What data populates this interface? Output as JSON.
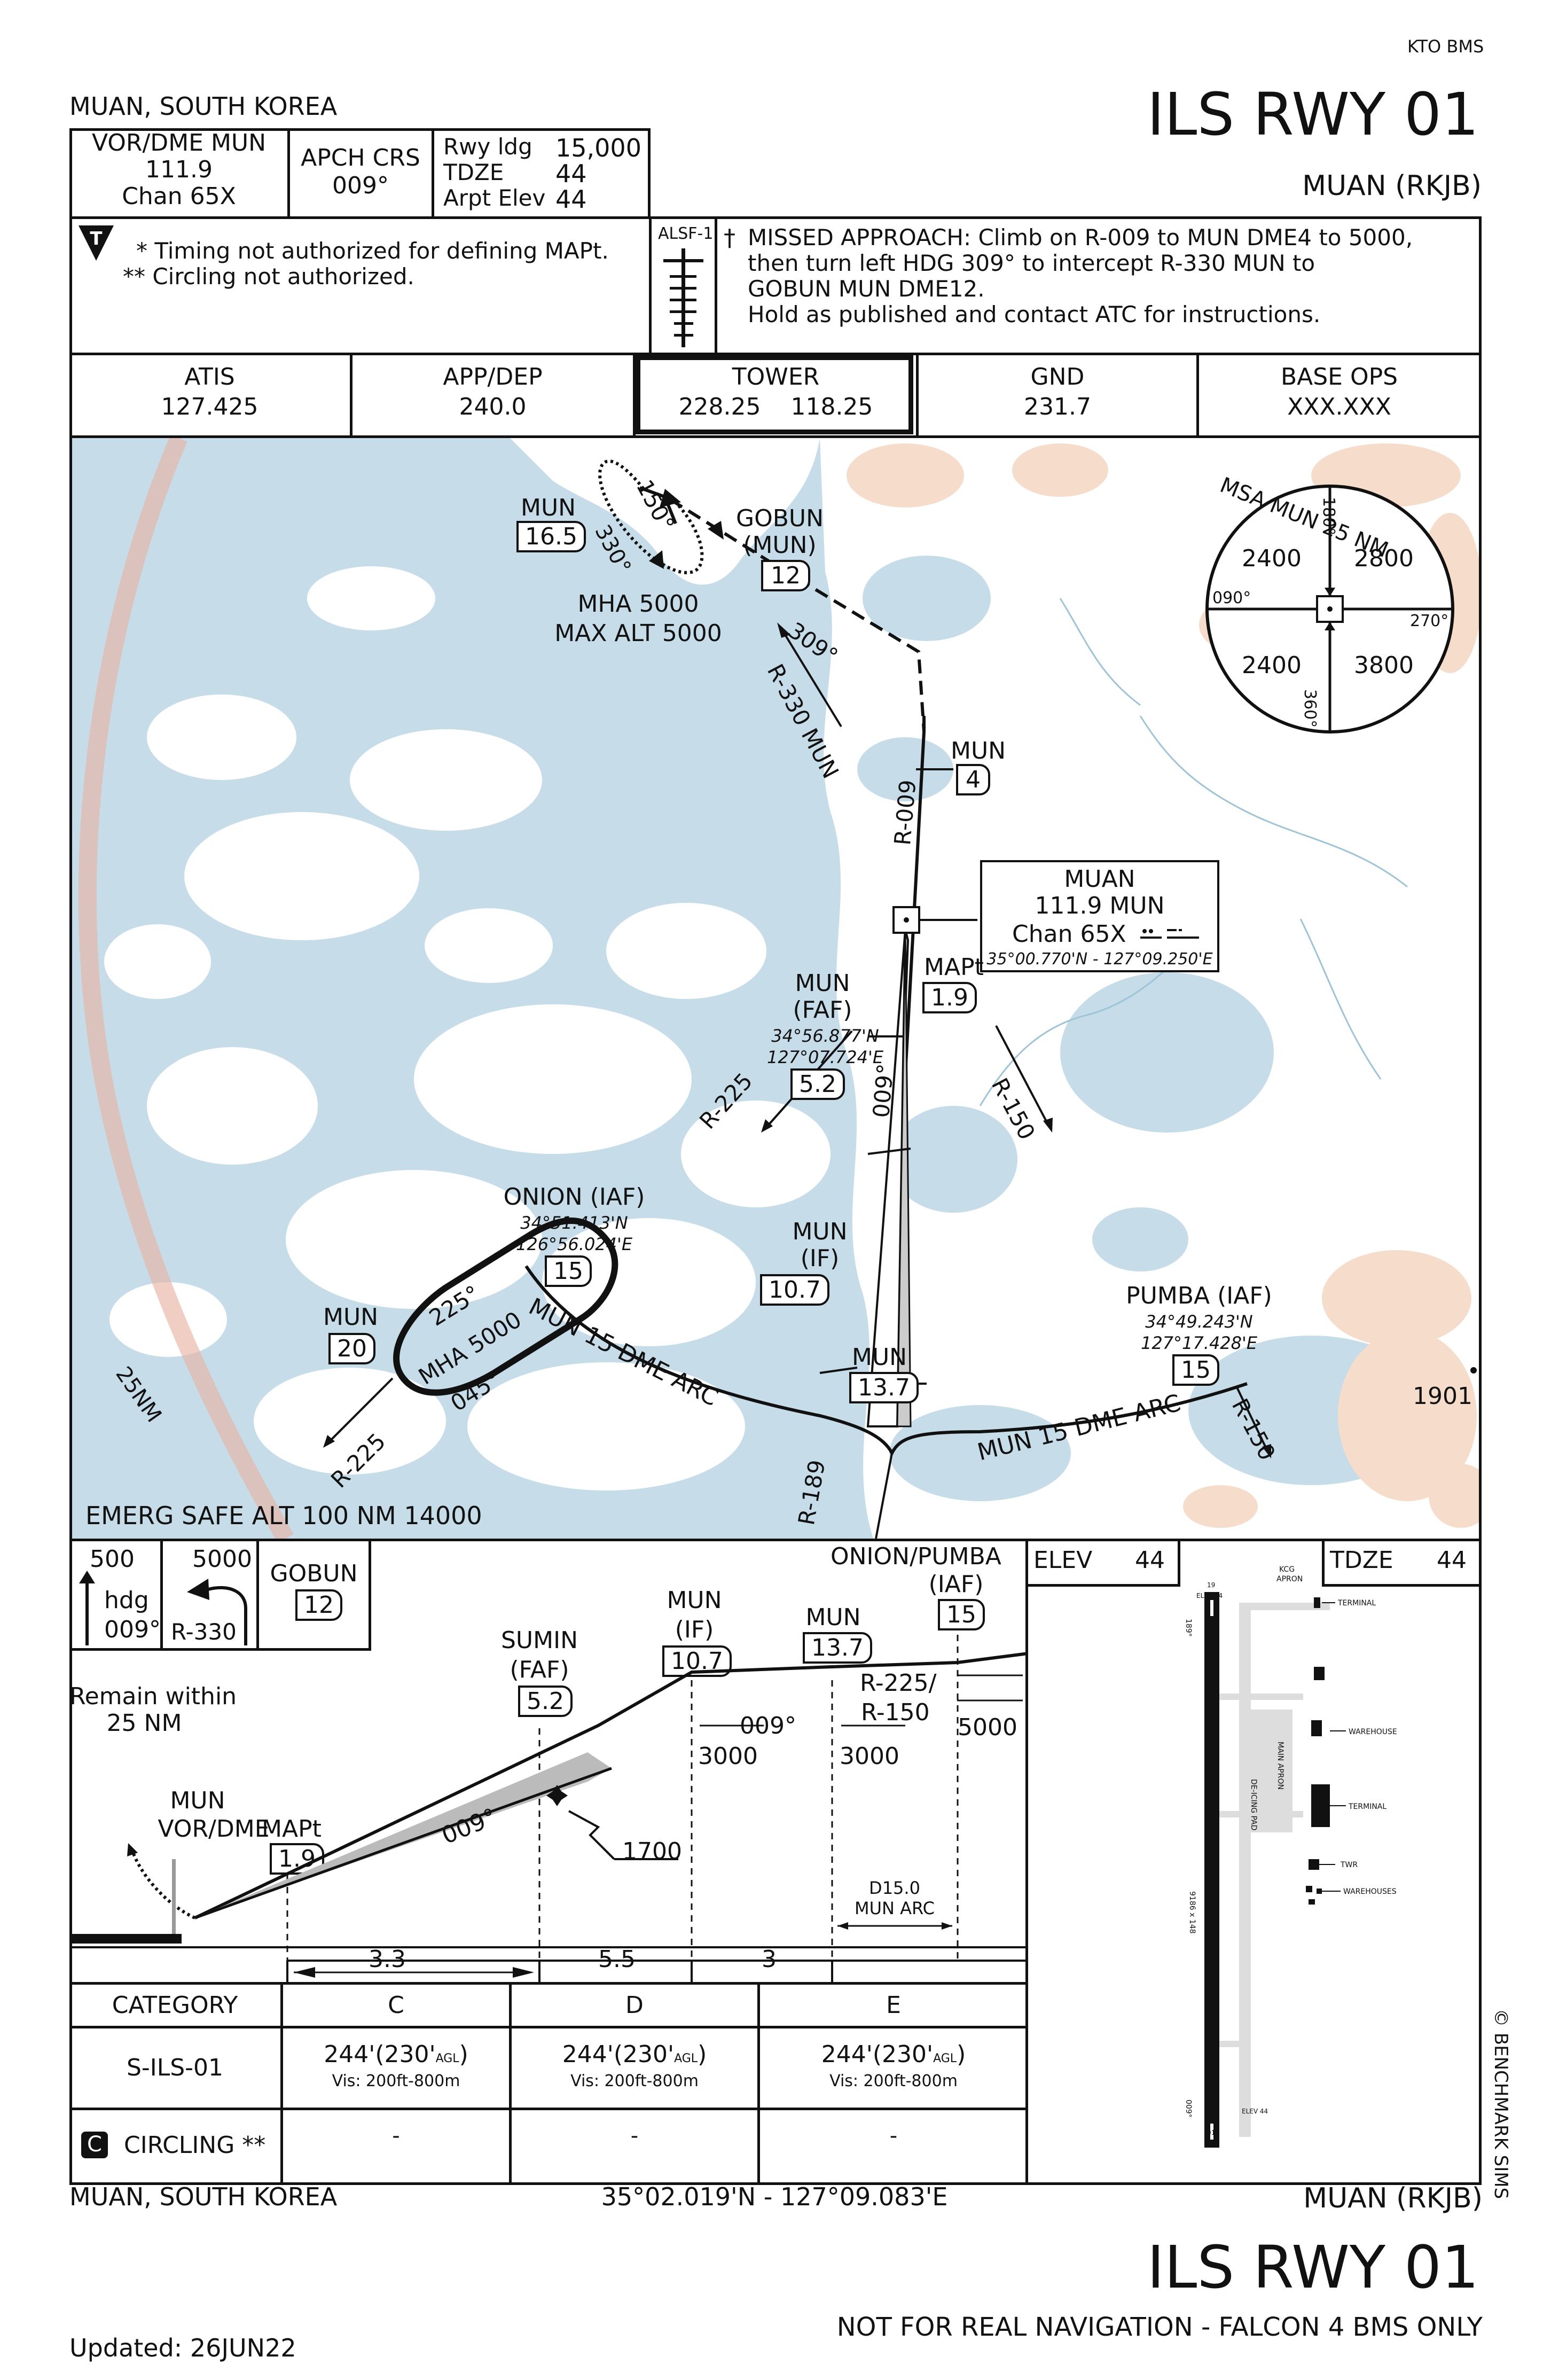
{
  "top_right_tag": "KTO BMS",
  "header": {
    "location": "MUAN, SOUTH KOREA",
    "title": "ILS RWY 01",
    "airport": "MUAN (RKJB)"
  },
  "nav_box": {
    "vor_label": "VOR/DME MUN",
    "vor_freq": "111.9",
    "vor_chan": "Chan 65X",
    "apch_crs_label": "APCH CRS",
    "apch_crs_value": "009°",
    "rwy_ldg_label": "Rwy ldg",
    "rwy_ldg_value": "15,000",
    "tdze_label": "TDZE",
    "tdze_value": "44",
    "arpt_elev_label": "Arpt Elev",
    "arpt_elev_value": "44"
  },
  "notes": {
    "note1": "* Timing not authorized for defining MAPt.",
    "note2": "** Circling not authorized.",
    "alsf": "ALSF-1",
    "missed_dagger": "†",
    "missed_1": "MISSED APPROACH: Climb on R-009 to MUN DME4 to 5000,",
    "missed_2": "then turn left HDG 309° to intercept R-330 MUN to",
    "missed_3": "GOBUN MUN DME12.",
    "missed_4": "Hold as published and contact ATC for instructions."
  },
  "comms": [
    {
      "label": "ATIS",
      "freq": "127.425"
    },
    {
      "label": "APP/DEP",
      "freq": "240.0"
    },
    {
      "label": "TOWER",
      "freq": "228.25    118.25"
    },
    {
      "label": "GND",
      "freq": "231.7"
    },
    {
      "label": "BASE OPS",
      "freq": "XXX.XXX"
    }
  ],
  "plan_view": {
    "msa": {
      "title": "MSA MUN 25 NM",
      "nw": "2400",
      "ne": "2800",
      "sw": "2400",
      "se": "3800",
      "b180": "180°",
      "b090": "090°",
      "b270": "270°",
      "b360": "360°"
    },
    "mun_hold_fix": "MUN",
    "mun_hold_dme": "16.5",
    "hold_inbound": "150°",
    "hold_outbound": "330°",
    "mha": "MHA 5000",
    "max_alt": "MAX ALT 5000",
    "gobun": "GOBUN",
    "gobun_sub": "(MUN)",
    "gobun_dme": "12",
    "hdg_309": "309°",
    "r330": "R-330 MUN",
    "mun4": "MUN",
    "mun4_dme": "4",
    "r009": "R-009",
    "vor_name": "MUAN",
    "vor_freq": "111.9  MUN",
    "vor_chan": "Chan 65X",
    "vor_coords": "35°00.770'N - 127°09.250'E",
    "mapt": "MAPt",
    "mapt_dme": "1.9",
    "faf": "MUN",
    "faf_sub": "(FAF)",
    "faf_lat": "34°56.877'N",
    "faf_lon": "127°07.724'E",
    "faf_dme": "5.2",
    "crs009": "009°",
    "r225": "R-225",
    "r150": "R-150",
    "onion": "ONION (IAF)",
    "onion_lat": "34°51.413'N",
    "onion_lon": "126°56.024'E",
    "onion_dme": "15",
    "if_fix": "MUN",
    "if_sub": "(IF)",
    "if_dme": "10.7",
    "pumba": "PUMBA (IAF)",
    "pumba_lat": "34°49.243'N",
    "pumba_lon": "127°17.428'E",
    "pumba_dme": "15",
    "elev_spot": "1901",
    "mun20": "MUN",
    "mun20_dme": "20",
    "hold2_in": "225°",
    "hold2_mha": "MHA 5000",
    "hold2_out": "045°",
    "arc_label": "MUN 15 DME ARC",
    "arc_label2": "MUN 15 DME ARC",
    "mun137": "MUN",
    "mun137_dme": "13.7",
    "r189": "R-189",
    "r225_lower": "R-225",
    "r150_lower": "R-150",
    "ring_25nm": "25NM",
    "emerg": "EMERG SAFE ALT 100 NM 14000"
  },
  "profile": {
    "ma_alt1": "500",
    "ma_hdg": "hdg",
    "ma_hdg_val": "009°",
    "ma_alt2": "5000",
    "ma_r330": "R-330",
    "ma_gobun": "GOBUN",
    "ma_gobun_dme": "12",
    "remain": "Remain within",
    "remain2": "25 NM",
    "mun_vor": "MUN",
    "mun_vor2": "VOR/DME",
    "mapt": "MAPt",
    "mapt_dme": "1.9",
    "sumin": "SUMIN",
    "sumin_sub": "(FAF)",
    "sumin_dme": "5.2",
    "if_fix": "MUN",
    "if_sub": "(IF)",
    "if_dme": "10.7",
    "mun137": "MUN",
    "mun137_dme": "13.7",
    "iaf": "ONION/PUMBA",
    "iaf_sub": "(IAF)",
    "iaf_dme": "15",
    "r225_150": "R-225/",
    "r150": "R-150",
    "crs": "009°",
    "alt3000a": "3000",
    "alt3000b": "3000",
    "alt5000": "5000",
    "alt1700": "1700",
    "glide_crs": "009°",
    "d15": "D15.0",
    "mun_arc": "MUN ARC",
    "dist1": "3.3",
    "dist2": "5.5",
    "dist3": "3"
  },
  "aerodrome": {
    "elev_label": "ELEV",
    "elev_value": "44",
    "tdze_label": "TDZE",
    "tdze_value": "44",
    "rwy_label": "9186 x 148",
    "kcg": "KCG",
    "apron": "APRON",
    "terminal1": "TERMINAL",
    "warehouse": "WAREHOUSE",
    "terminal2": "TERMINAL",
    "main_apron": "MAIN APRON",
    "deicing": "DE-ICING PAD",
    "twr": "TWR",
    "warehouses": "WAREHOUSES",
    "rwy_top": "19",
    "rwy_bot": "01",
    "elev_top": "ELEV 44",
    "elev_bot": "ELEV 44",
    "hdg_top": "189°",
    "hdg_bot": "009°"
  },
  "minima": {
    "header": [
      "CATEGORY",
      "C",
      "D",
      "E"
    ],
    "rows": [
      {
        "name": "S-ILS-01",
        "c": "244'(230'",
        "c_agl": "AGL",
        "c_close": ")",
        "c_vis": "Vis: 200ft-800m",
        "d": "244'(230'",
        "d_agl": "AGL",
        "d_close": ")",
        "d_vis": "Vis: 200ft-800m",
        "e": "244'(230'",
        "e_agl": "AGL",
        "e_close": ")",
        "e_vis": "Vis: 200ft-800m"
      },
      {
        "badge": "C",
        "name": "CIRCLING **",
        "c": "-",
        "d": "-",
        "e": "-"
      }
    ]
  },
  "footer": {
    "location": "MUAN, SOUTH KOREA",
    "coords": "35°02.019'N - 127°09.083'E",
    "airport": "MUAN (RKJB)",
    "title": "ILS RWY 01",
    "disclaimer": "NOT FOR REAL NAVIGATION - FALCON 4 BMS ONLY",
    "updated": "Updated: 26JUN22",
    "copyright": "© BENCHMARK SIMS"
  },
  "colors": {
    "water": "#c6dde9",
    "terrain": "#f6dccb",
    "ink": "#111111",
    "ring": "#e8b4a4"
  }
}
